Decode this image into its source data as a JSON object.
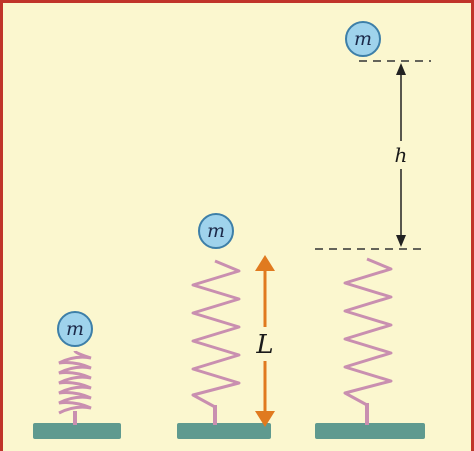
{
  "diagram": {
    "mass_symbol": "m",
    "length_label": "L",
    "height_label": "h",
    "colors": {
      "background": "#fbf7cf",
      "border": "#c0342a",
      "spring": "#c98fb0",
      "base": "#5f9a8f",
      "mass_fill": "#9fd3ec",
      "mass_stroke": "#3d7fa8",
      "L_arrow": "#e07a1f",
      "h_arrow": "#222222"
    },
    "panels": [
      {
        "name": "compressed",
        "mass_label": "m"
      },
      {
        "name": "released",
        "mass_label": "m"
      },
      {
        "name": "max-height",
        "mass_label": "m"
      }
    ]
  }
}
